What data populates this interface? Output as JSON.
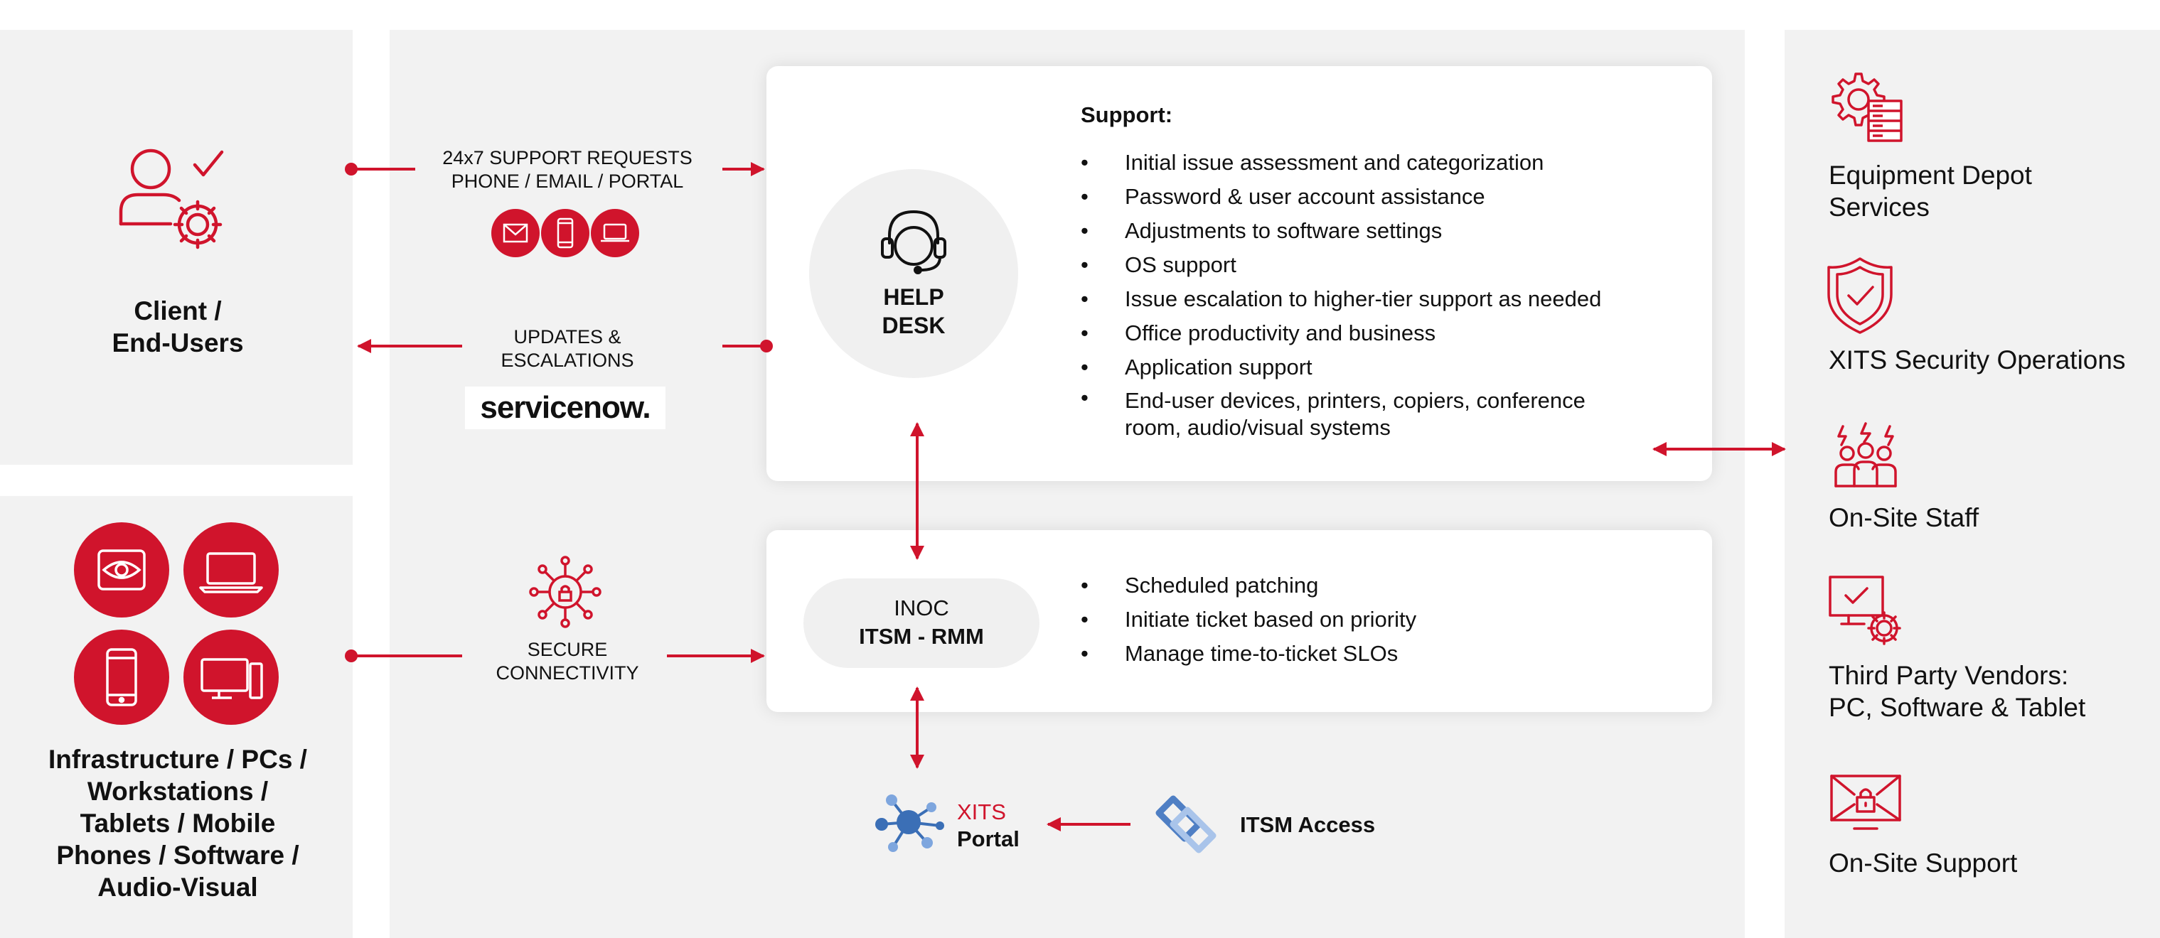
{
  "client": {
    "label_line1": "Client /",
    "label_line2": "End-Users"
  },
  "infrastructure": {
    "lines": [
      "Infrastructure / PCs /",
      "Workstations /",
      "Tablets / Mobile",
      "Phones / Software /",
      "Audio-Visual"
    ]
  },
  "flows": {
    "support_requests": {
      "line1": "24x7 SUPPORT REQUESTS",
      "line2": "PHONE / EMAIL / PORTAL"
    },
    "updates": {
      "line1": "UPDATES &",
      "line2": "ESCALATIONS"
    },
    "servicenow_logo": "servicenow.",
    "secure": {
      "line1": "SECURE",
      "line2": "CONNECTIVITY"
    }
  },
  "helpdesk": {
    "title_line1": "HELP",
    "title_line2": "DESK",
    "support_heading": "Support:",
    "items": [
      "Initial issue assessment and categorization",
      "Password & user account assistance",
      "Adjustments to software settings",
      "OS support",
      "Issue escalation to higher-tier support as needed",
      "Office productivity and business",
      "Application support",
      "End-user devices, printers, copiers, conference room, audio/visual systems"
    ]
  },
  "inoc": {
    "title_line1": "INOC",
    "title_line2": "ITSM - RMM",
    "items": [
      "Scheduled patching",
      "Initiate ticket based on priority",
      "Manage time-to-ticket SLOs"
    ]
  },
  "portal": {
    "line1": "XITS",
    "line2": "Portal"
  },
  "itsm_access": "ITSM Access",
  "services": [
    {
      "line1": "Equipment Depot",
      "line2": "Services"
    },
    {
      "line1": "XITS Security Operations",
      "line2": ""
    },
    {
      "line1": "On-Site Staff",
      "line2": ""
    },
    {
      "line1": "Third Party Vendors:",
      "line2": "PC, Software & Tablet"
    },
    {
      "line1": "On-Site Support",
      "line2": ""
    }
  ],
  "colors": {
    "accent": "#d0142c",
    "panel": "#f2f2f2",
    "portal_blue": "#3b6fb6",
    "itsm_blue": "#4f7fc4"
  }
}
